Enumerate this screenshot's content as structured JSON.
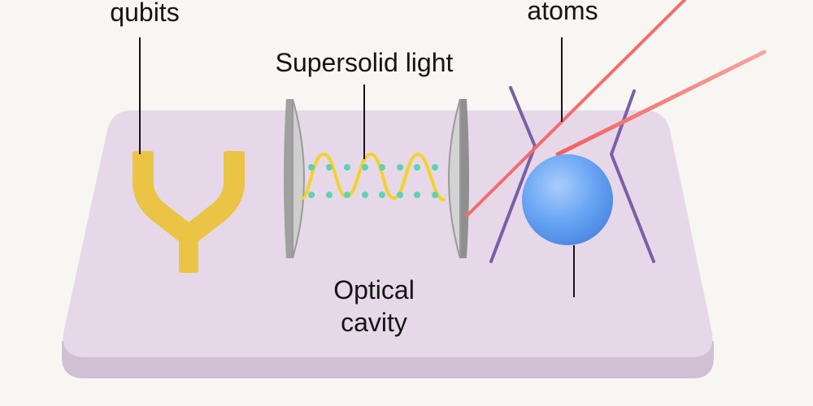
{
  "labels": {
    "qubits": "qubits",
    "atoms": "atoms",
    "supersolid": "Supersolid light",
    "cavity_line1": "Optical",
    "cavity_line2": "cavity"
  },
  "colors": {
    "background": "#f8f6f3",
    "platform_top": "#e6d8e9",
    "platform_side": "#d1bfd6",
    "qubit": "#ebc445",
    "mirror": "#9a9a9a",
    "mirror_face": "#c9c9c9",
    "wave": "#f4d22a",
    "dots": "#5fd2b3",
    "atom_sphere": "#5b9cf2",
    "trap_beams": "#7a5fa6",
    "laser": "#f26d6d",
    "leader": "#141414"
  }
}
